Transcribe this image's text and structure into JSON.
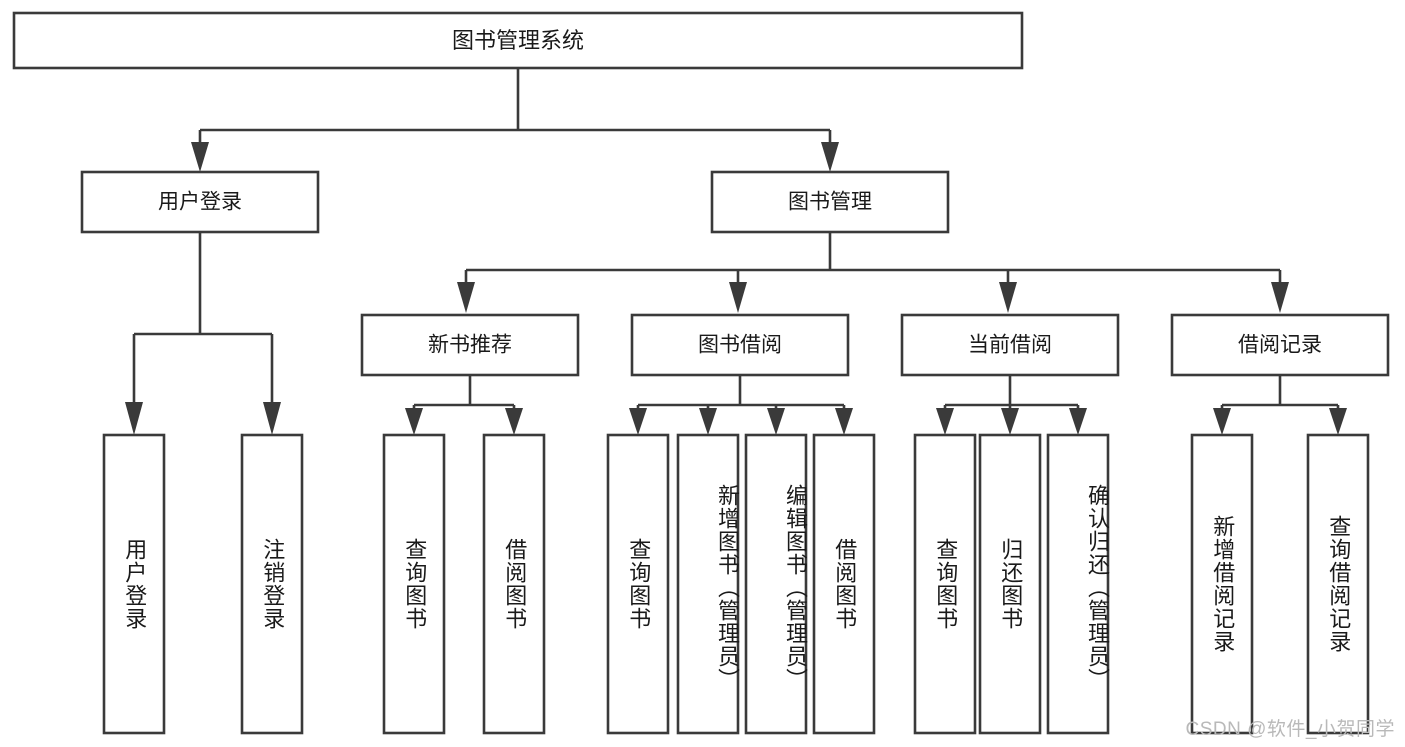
{
  "diagram": {
    "title": "图书管理系统",
    "watermark": "CSDN @软件_小贺同学",
    "stroke_color": "#3a3a3a",
    "text_color": "#1a1a1a",
    "background_color": "#ffffff",
    "root": {
      "label": "图书管理系统",
      "level": 0
    },
    "level1": [
      {
        "label": "用户登录"
      },
      {
        "label": "图书管理"
      }
    ],
    "level2": [
      {
        "label": "新书推荐"
      },
      {
        "label": "图书借阅"
      },
      {
        "label": "当前借阅"
      },
      {
        "label": "借阅记录"
      }
    ],
    "leaves": {
      "user_login": [
        {
          "label": "用户登录"
        },
        {
          "label": "注销登录"
        }
      ],
      "new_book_recommend": [
        {
          "label": "查询图书"
        },
        {
          "label": "借阅图书"
        }
      ],
      "book_borrow": [
        {
          "label": "查询图书"
        },
        {
          "label": "新增图书（管理员）"
        },
        {
          "label": "编辑图书（管理员）"
        },
        {
          "label": "借阅图书"
        }
      ],
      "current_borrow": [
        {
          "label": "查询图书"
        },
        {
          "label": "归还图书"
        },
        {
          "label": "确认归还（管理员）"
        }
      ],
      "borrow_record": [
        {
          "label": "新增借阅记录"
        },
        {
          "label": "查询借阅记录"
        }
      ]
    }
  },
  "chart_data": {
    "type": "tree-diagram",
    "title": "图书管理系统",
    "nodes": [
      {
        "id": "root",
        "label": "图书管理系统",
        "level": 0,
        "parent": null
      },
      {
        "id": "n-user-login",
        "label": "用户登录",
        "level": 1,
        "parent": "root"
      },
      {
        "id": "n-book-mgmt",
        "label": "图书管理",
        "level": 1,
        "parent": "root"
      },
      {
        "id": "n-new-book",
        "label": "新书推荐",
        "level": 2,
        "parent": "n-book-mgmt"
      },
      {
        "id": "n-book-borrow",
        "label": "图书借阅",
        "level": 2,
        "parent": "n-book-mgmt"
      },
      {
        "id": "n-current-borrow",
        "label": "当前借阅",
        "level": 2,
        "parent": "n-book-mgmt"
      },
      {
        "id": "n-borrow-record",
        "label": "借阅记录",
        "level": 2,
        "parent": "n-book-mgmt"
      },
      {
        "id": "l-user-login-1",
        "label": "用户登录",
        "level": 3,
        "parent": "n-user-login"
      },
      {
        "id": "l-user-login-2",
        "label": "注销登录",
        "level": 3,
        "parent": "n-user-login"
      },
      {
        "id": "l-new-book-1",
        "label": "查询图书",
        "level": 3,
        "parent": "n-new-book"
      },
      {
        "id": "l-new-book-2",
        "label": "借阅图书",
        "level": 3,
        "parent": "n-new-book"
      },
      {
        "id": "l-borrow-1",
        "label": "查询图书",
        "level": 3,
        "parent": "n-book-borrow"
      },
      {
        "id": "l-borrow-2",
        "label": "新增图书（管理员）",
        "level": 3,
        "parent": "n-book-borrow"
      },
      {
        "id": "l-borrow-3",
        "label": "编辑图书（管理员）",
        "level": 3,
        "parent": "n-book-borrow"
      },
      {
        "id": "l-borrow-4",
        "label": "借阅图书",
        "level": 3,
        "parent": "n-book-borrow"
      },
      {
        "id": "l-current-1",
        "label": "查询图书",
        "level": 3,
        "parent": "n-current-borrow"
      },
      {
        "id": "l-current-2",
        "label": "归还图书",
        "level": 3,
        "parent": "n-current-borrow"
      },
      {
        "id": "l-current-3",
        "label": "确认归还（管理员）",
        "level": 3,
        "parent": "n-current-borrow"
      },
      {
        "id": "l-record-1",
        "label": "新增借阅记录",
        "level": 3,
        "parent": "n-borrow-record"
      },
      {
        "id": "l-record-2",
        "label": "查询借阅记录",
        "level": 3,
        "parent": "n-borrow-record"
      }
    ],
    "edge_style": "orthogonal-arrow",
    "orientation": "top-down"
  }
}
